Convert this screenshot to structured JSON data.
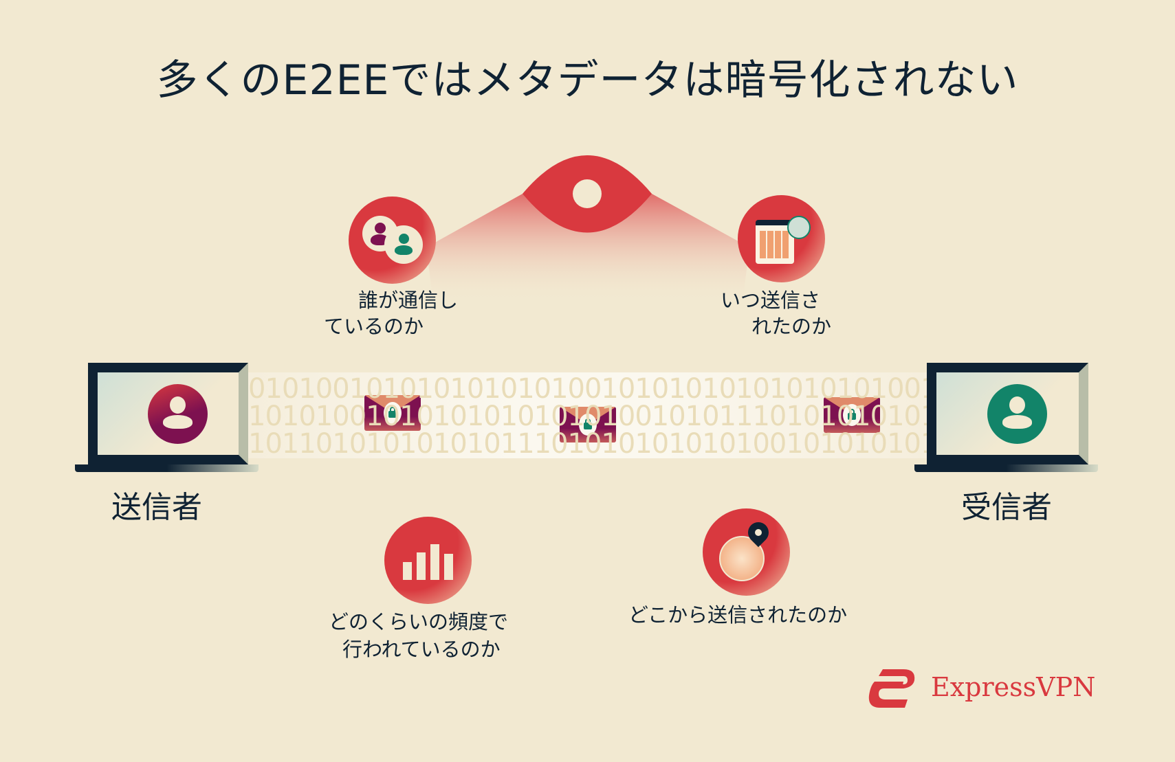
{
  "title": "多くのE2EEではメタデータは暗号化されない",
  "metadata_items": {
    "who": {
      "line1": "誰が通信し",
      "line2": "ているのか",
      "icon": "two-people-icon"
    },
    "when": {
      "line1": "いつ送信さ",
      "line2": "れたのか",
      "icon": "calendar-clock-icon"
    },
    "frequency": {
      "line1": "どのくらいの頻度で",
      "line2": "行われているのか",
      "icon": "bar-chart-icon"
    },
    "where": {
      "line1": "どこから送信されたのか",
      "icon": "globe-pin-icon"
    }
  },
  "sender": {
    "label": "送信者",
    "color": "#7d1150"
  },
  "receiver": {
    "label": "受信者",
    "color": "#128469"
  },
  "binary": [
    "01010010101010101010010101010101010101001",
    "10101001010101010101010010101110101010101",
    "10110101010101011101010101010100101010101010"
  ],
  "brand": {
    "name": "ExpressVPN",
    "color": "#d9393f"
  },
  "colors": {
    "background": "#f2e9d1",
    "accent": "#d9393f",
    "text": "#0f2233"
  }
}
